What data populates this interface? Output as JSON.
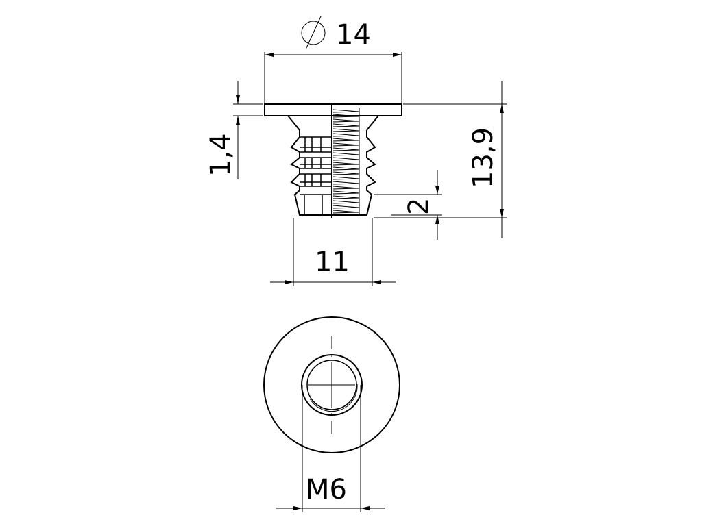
{
  "drawing": {
    "dimensions": {
      "head_diameter": {
        "symbol": "⌀",
        "value": "14"
      },
      "body_diameter": "11",
      "head_thickness": "1,4",
      "total_height": "13,9",
      "tip_length": "2",
      "thread": "M6"
    }
  }
}
